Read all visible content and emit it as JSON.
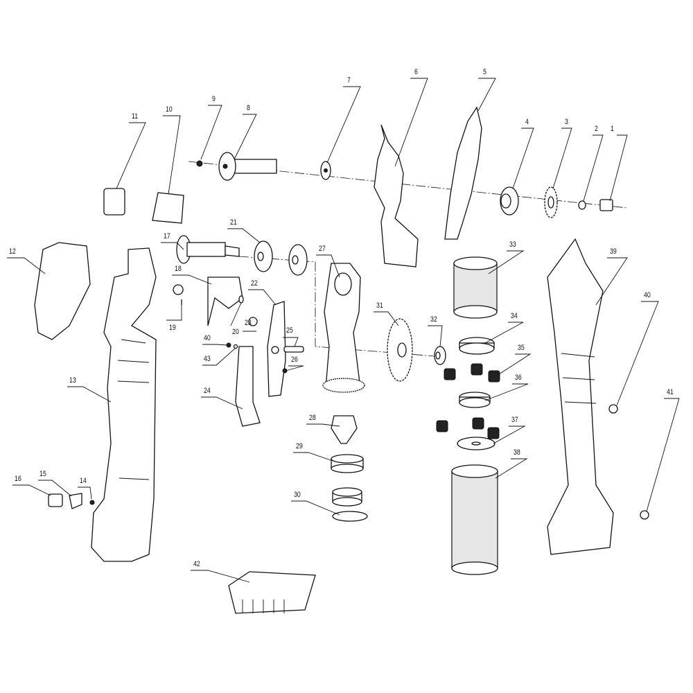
{
  "diagram": {
    "type": "exploded-parts-view",
    "part_numbers": {
      "p1": "1",
      "p2": "2",
      "p3": "3",
      "p4": "4",
      "p5": "5",
      "p6": "6",
      "p7": "7",
      "p8": "8",
      "p9": "9",
      "p10": "10",
      "p11": "11",
      "p12": "12",
      "p13": "13",
      "p14": "14",
      "p15": "15",
      "p16": "16",
      "p17": "17",
      "p18": "18",
      "p19": "19",
      "p20": "20",
      "p21": "21",
      "p22": "22",
      "p23": "23",
      "p24": "24",
      "p25": "25",
      "p26": "26",
      "p27": "27",
      "p28": "28",
      "p29": "29",
      "p30": "30",
      "p31": "31",
      "p32": "32",
      "p33": "33",
      "p34": "34",
      "p35": "35",
      "p36": "36",
      "p37": "37",
      "p38": "38",
      "p39": "39",
      "p40a": "40",
      "p40b": "40",
      "p41": "41",
      "p42": "42",
      "p43": "43"
    }
  }
}
